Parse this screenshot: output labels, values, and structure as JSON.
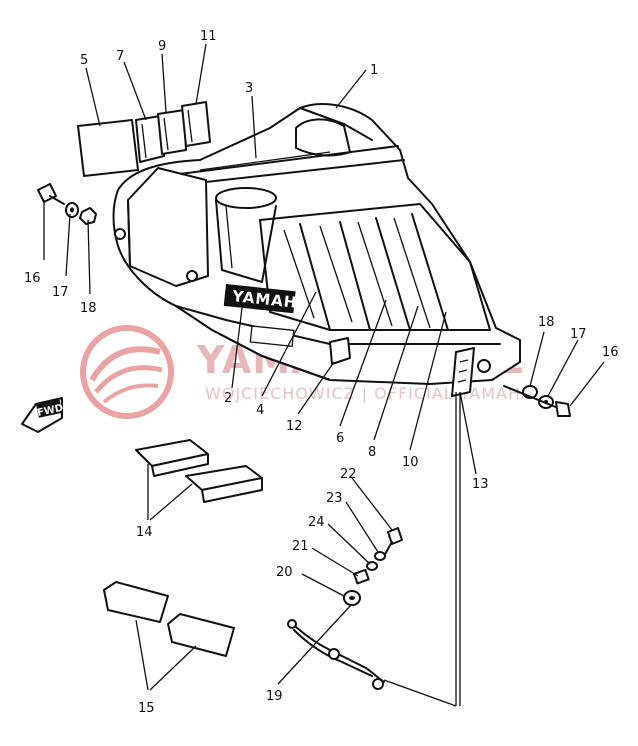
{
  "watermark": {
    "brand": "YAMASKLEP.PL",
    "subtitle": "WOJCIECHOWICZ | OFFICIAL YAMAHA",
    "logo_color": "#e9a3a3"
  },
  "cover_logo_text": "YAMAHA",
  "direction_tag": "FWD",
  "callouts": [
    {
      "id": "1",
      "text": "1"
    },
    {
      "id": "2",
      "text": "2"
    },
    {
      "id": "3",
      "text": "3"
    },
    {
      "id": "4",
      "text": "4"
    },
    {
      "id": "5",
      "text": "5"
    },
    {
      "id": "6",
      "text": "6"
    },
    {
      "id": "7",
      "text": "7"
    },
    {
      "id": "8",
      "text": "8"
    },
    {
      "id": "9",
      "text": "9"
    },
    {
      "id": "10",
      "text": "10"
    },
    {
      "id": "11",
      "text": "11"
    },
    {
      "id": "12",
      "text": "12"
    },
    {
      "id": "13",
      "text": "13"
    },
    {
      "id": "14",
      "text": "14"
    },
    {
      "id": "15",
      "text": "15"
    },
    {
      "id": "16a",
      "text": "16"
    },
    {
      "id": "16b",
      "text": "16"
    },
    {
      "id": "17a",
      "text": "17"
    },
    {
      "id": "17b",
      "text": "17"
    },
    {
      "id": "18a",
      "text": "18"
    },
    {
      "id": "18b",
      "text": "18"
    },
    {
      "id": "19",
      "text": "19"
    },
    {
      "id": "20",
      "text": "20"
    },
    {
      "id": "21",
      "text": "21"
    },
    {
      "id": "22",
      "text": "22"
    },
    {
      "id": "23",
      "text": "23"
    },
    {
      "id": "24",
      "text": "24"
    }
  ]
}
